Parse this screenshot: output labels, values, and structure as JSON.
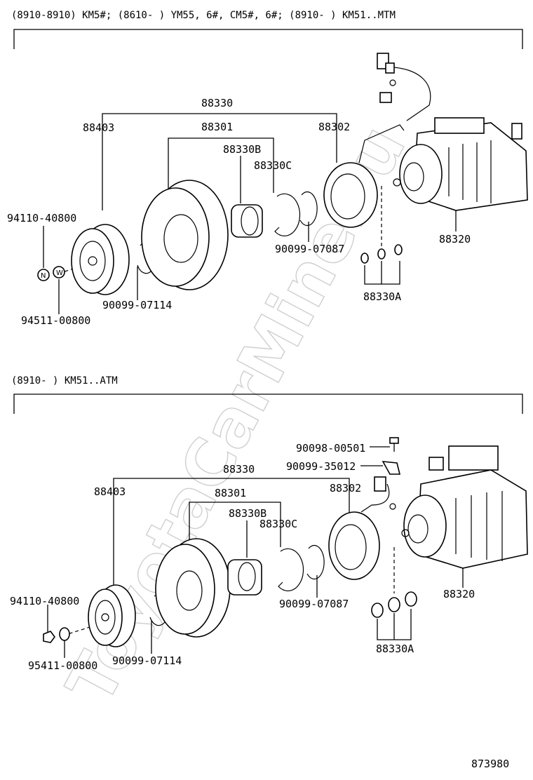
{
  "watermark": "ToyotaCarMine.ru",
  "diagram_id": "873980",
  "sections": [
    {
      "header": "(8910-8910) KM5#; (8610-     ) YM55, 6#, CM5#, 6#; (8910-     ) KM51..MTM",
      "labels": {
        "assy": "88330",
        "hub": "88403",
        "pulley": "88301",
        "coil": "88302",
        "bearing": "88330B",
        "ring_c": "88330C",
        "nut": "94110-40800",
        "snap_inner": "90099-07087",
        "snap_hub": "90099-07114",
        "washer": "94511-00800",
        "compressor": "88320",
        "shims": "88330A"
      },
      "nut_mark": "N",
      "washer_mark": "W"
    },
    {
      "header": "(8910-     ) KM51..ATM",
      "labels": {
        "screw": "90098-00501",
        "clamp": "90099-35012",
        "assy": "88330",
        "hub": "88403",
        "pulley": "88301",
        "coil": "88302",
        "bearing": "88330B",
        "ring_c": "88330C",
        "snap_inner": "90099-07087",
        "compressor": "88320",
        "nut": "94110-40800",
        "snap_hub": "90099-07114",
        "washer": "95411-00800",
        "shims": "88330A"
      }
    }
  ]
}
